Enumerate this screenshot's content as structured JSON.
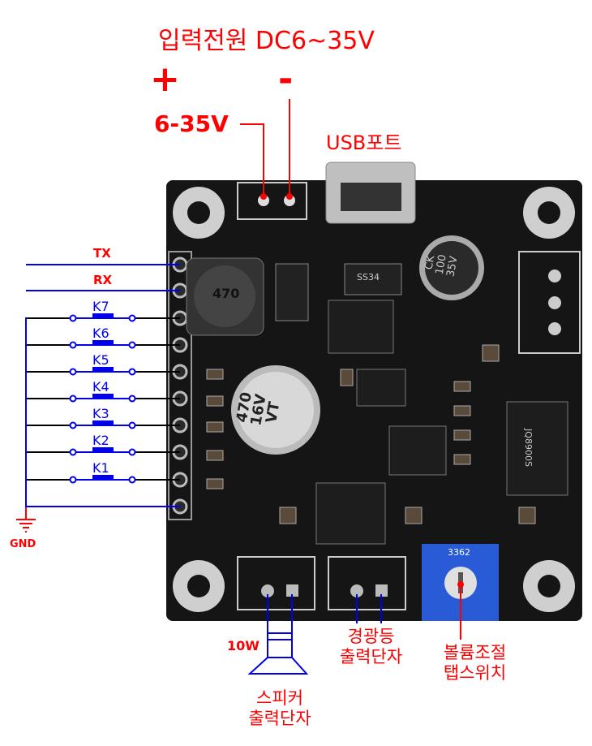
{
  "title": "입력전원 DC6~35V",
  "power": {
    "plus": "+",
    "minus": "-",
    "voltage": "6-35V"
  },
  "usb_label": "USB포트",
  "left_pins": {
    "tx": "TX",
    "rx": "RX",
    "keys": [
      "K7",
      "K6",
      "K5",
      "K4",
      "K3",
      "K2",
      "K1"
    ],
    "gnd": "GND"
  },
  "board_marks": {
    "cap_big": [
      "470",
      "16V",
      "VT"
    ],
    "cap_small": [
      "CK",
      "100",
      "35V"
    ],
    "inductor": "470",
    "chip_right": "JQ8900S",
    "diode": "SS34"
  },
  "speaker": {
    "power": "10W",
    "label_line1": "스피커",
    "label_line2": "출력단자"
  },
  "lamp": {
    "label_line1": "경광등",
    "label_line2": "출력단자"
  },
  "volume": {
    "label_line1": "볼륨조절",
    "label_line2": "탭스위치",
    "pot_code": "3362"
  },
  "colors": {
    "annotation": "#ff0000",
    "wire": "#0000ee",
    "board": "#151515",
    "pot": "#2a5bd7"
  }
}
